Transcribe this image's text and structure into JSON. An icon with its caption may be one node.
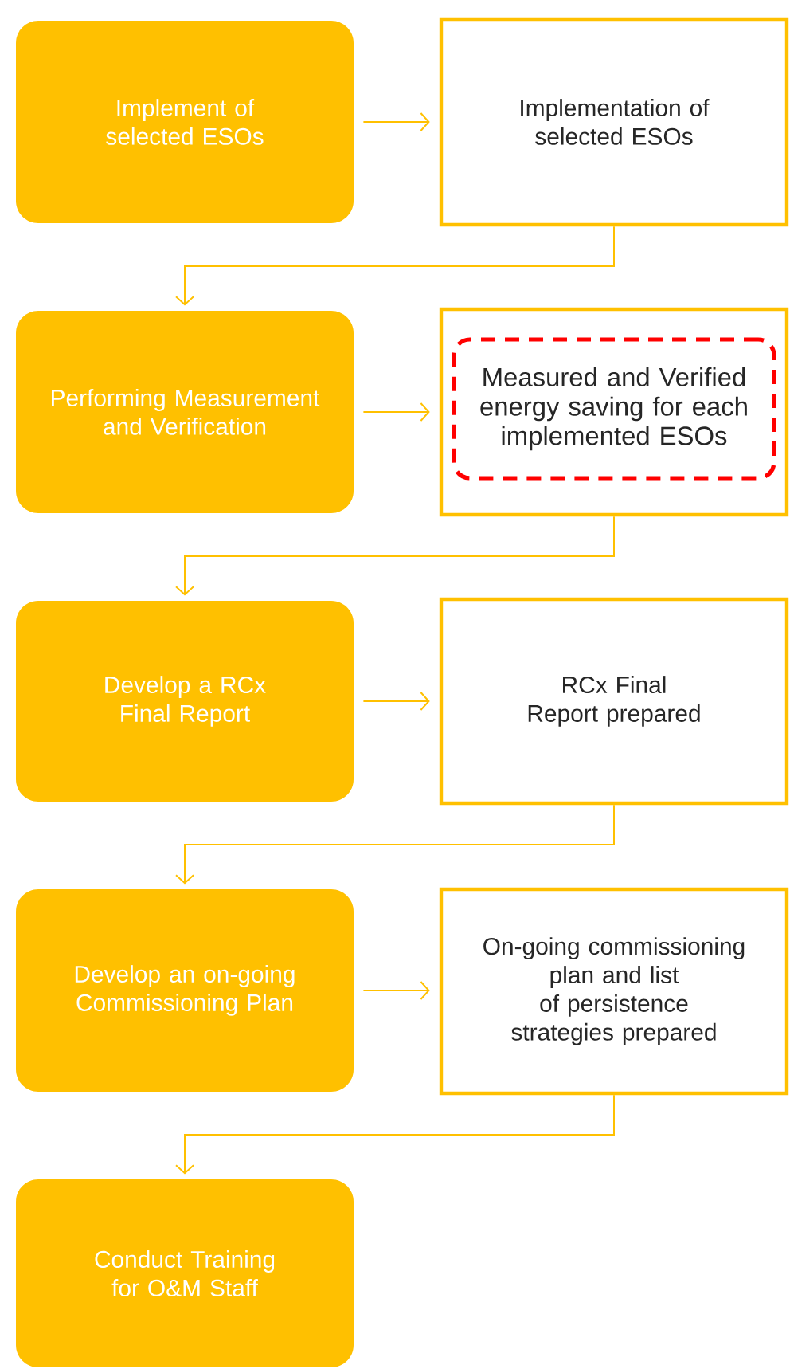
{
  "diagram": {
    "nodes": [
      {
        "text": [
          "Implement of selected ESOs"
        ]
      },
      {
        "text": [
          "Implementation of selected ESOs"
        ]
      },
      {
        "text": [
          "Performing Measurement and Verification"
        ]
      },
      {
        "text": [],
        "shape": "box"
      },
      {
        "text": [
          "Measured and Verified energy saving for each implemented ESOs"
        ],
        "in": 3
      },
      {
        "text": [
          "Develop a RCx Final Report"
        ]
      },
      {
        "text": [
          "RCx Final Report prepared"
        ]
      },
      {
        "text": [
          "Develop an on-going Commissioning Plan"
        ]
      },
      {
        "text": [
          "On-going commissioning plan and list of persistence strategies prepared"
        ]
      },
      {
        "text": [
          "Conduct Training for O&M Staff"
        ]
      }
    ],
    "edges": [
      {
        "from": 0,
        "to": 1,
        "arrow": "to"
      },
      {
        "from": 1,
        "to": 2,
        "arrow": "to"
      },
      {
        "from": 2,
        "to": 3,
        "arrow": "to"
      },
      {
        "from": 3,
        "to": 5,
        "arrow": "to"
      },
      {
        "from": 5,
        "to": 6,
        "arrow": "to"
      },
      {
        "from": 6,
        "to": 7,
        "arrow": "to"
      },
      {
        "from": 7,
        "to": 8,
        "arrow": "to"
      },
      {
        "from": 8,
        "to": 9,
        "arrow": "to"
      }
    ]
  }
}
